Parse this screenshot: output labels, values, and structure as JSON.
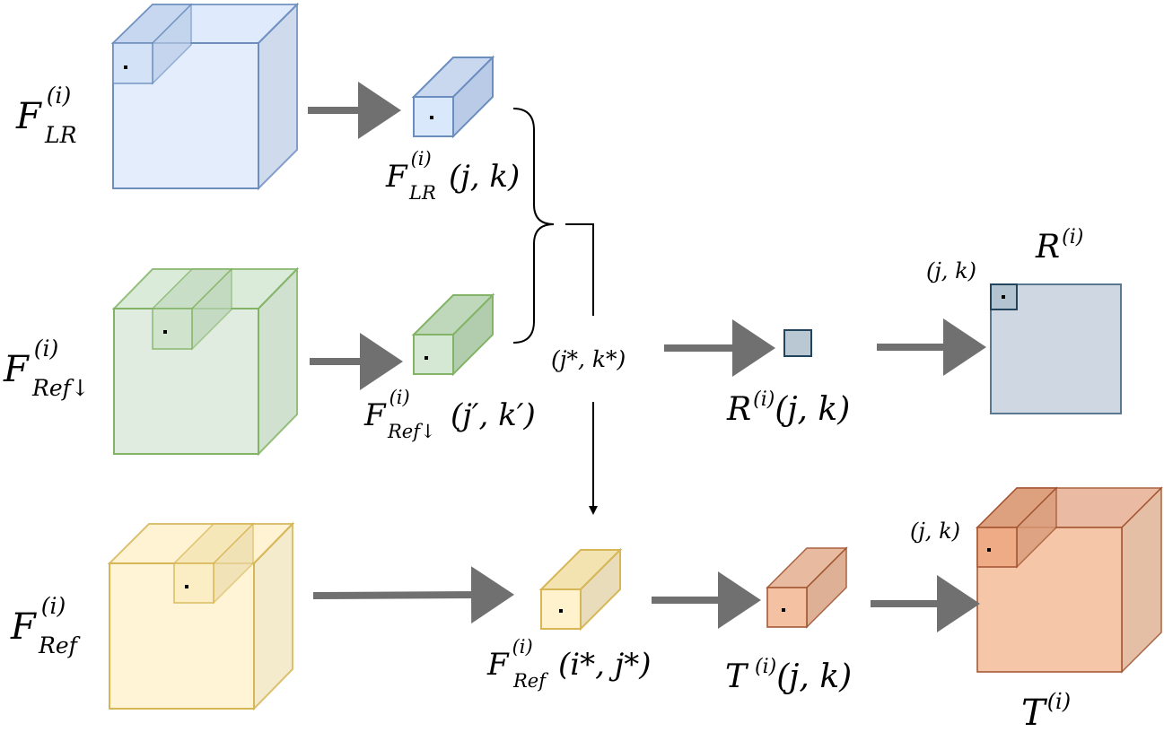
{
  "colors": {
    "lr_fill": "#dae8fc",
    "lr_stroke": "#6c8ebf",
    "refd_fill": "#d5e8d4",
    "refd_stroke": "#82b366",
    "ref_fill": "#fff2cc",
    "ref_stroke": "#d6b656",
    "r_fill": "#bac8d3",
    "r_stroke": "#23445d",
    "t_fill": "#f4b183",
    "t_stroke": "#a0522d",
    "arrow": "#707070"
  },
  "labels": {
    "f_lr": {
      "base": "F",
      "sup": "(i)",
      "sub": "LR"
    },
    "f_refdown": {
      "base": "F",
      "sup": "(i)",
      "sub": "Ref↓"
    },
    "f_ref": {
      "base": "F",
      "sup": "(i)",
      "sub": "Ref"
    },
    "f_lr_jk": {
      "base": "F",
      "sup": "(i)",
      "sub": "LR",
      "args": "(j, k)"
    },
    "f_refdown_jk": {
      "base": "F",
      "sup": "(i)",
      "sub": "Ref↓",
      "args": "(j′, k′)"
    },
    "f_ref_ij": {
      "base": "F",
      "sup": "(i)",
      "sub": "Ref",
      "args": "(i*, j*)"
    },
    "jk_star": "(j*, k*)",
    "r_jk": {
      "base": "R",
      "sup": "(i)",
      "args": "(j, k)"
    },
    "t_jk": {
      "base": "T",
      "sup": " (i)",
      "args": "(j, k)"
    },
    "r_map": {
      "base": "R",
      "sup": "(i)"
    },
    "t_map": {
      "base": "T",
      "sup": "(i)"
    },
    "r_map_jk": "(j, k)",
    "t_map_jk": "(j, k)"
  }
}
